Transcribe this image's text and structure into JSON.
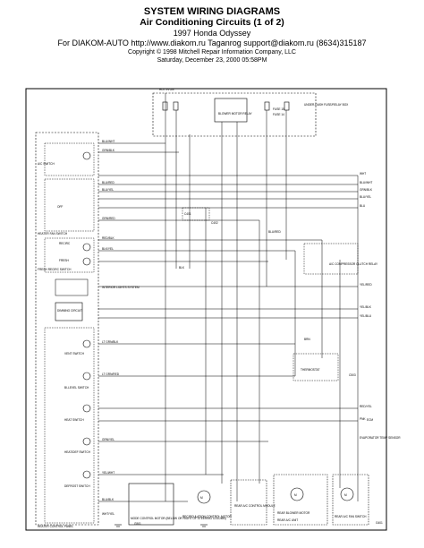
{
  "header": {
    "title": "SYSTEM WIRING DIAGRAMS",
    "subtitle": "Air Conditioning Circuits (1 of 2)",
    "vehicle": "1997 Honda Odyssey",
    "source_line": "For DIAKOM-AUTO http://www.diakom.ru Taganrog support@diakom.ru (8634)315187",
    "copyright": "Copyright © 1998 Mitchell Repair Information Company, LLC",
    "date": "Saturday, December 23, 2000  05:58PM"
  },
  "diagram": {
    "component_labels": {
      "hot_in_on": "HOT IN ON",
      "fuse_15": "FUSE 15",
      "fuse_14": "FUSE 14",
      "fuse_box": "UNDER-DASH FUSE/RELAY BOX",
      "blower_relay": "BLOWER MOTOR RELAY",
      "ac_switch": "A/C SWITCH",
      "heater_fan_switch": "HEATER FAN SWITCH",
      "recirc": "RECIRC",
      "fresh": "FRESH",
      "fresh_recirc_switch": "FRESH RECIRC SWITCH",
      "interior_lights": "INTERIOR LIGHTS SYSTEM",
      "dimming_circuit": "DIMMING CIRCUIT",
      "vent_switch": "VENT SWITCH",
      "bi_level_switch": "BI-LEVEL SWITCH",
      "heat_switch": "HEAT SWITCH",
      "heat_def_switch": "HEAT/DEF SWITCH",
      "defrost_switch": "DEFROST SWITCH",
      "heater_control_panel": "HEATER CONTROL PANEL",
      "mode_control_motor": "MODE CONTROL MOTOR (BELOW OR RIGHT OF STEERING COLUMN)",
      "recirc_control_motor": "RECIRCULATION CONTROL MOTOR",
      "control_module": "REAR A/C CONTROL MODULE",
      "thermostat": "THERMOSTAT",
      "rear_blower_motor": "REAR BLOWER MOTOR",
      "rear_ac_fan_switch": "REAR A/C FAN SWITCH",
      "rear_ac_unit": "REAR A/C UNIT",
      "ecm": "ECM",
      "evap_temp": "EVAPORATOR TEMP SENSOR",
      "ac_clutch_relay": "A/C COMPRESSOR CLUTCH RELAY"
    },
    "wire_labels": [
      "WHT",
      "BLU/WHT",
      "GRN/BLK",
      "BLU/YEL",
      "BLU/RED",
      "BLU",
      "BLK",
      "YEL/BLK",
      "GRN/RED",
      "RED/BLK",
      "BLU/RED",
      "BLK/YEL",
      "YEL/BLU",
      "LT GRN/BLK",
      "LT GRN/RED",
      "YEL/RED",
      "PNK",
      "GRN/YEL",
      "YEL/WHT",
      "RED/YEL",
      "BLU/BLK",
      "WHT/YEL",
      "BRN"
    ],
    "connector_ids": [
      "G401",
      "C401",
      "C402",
      "G501",
      "C503"
    ]
  }
}
